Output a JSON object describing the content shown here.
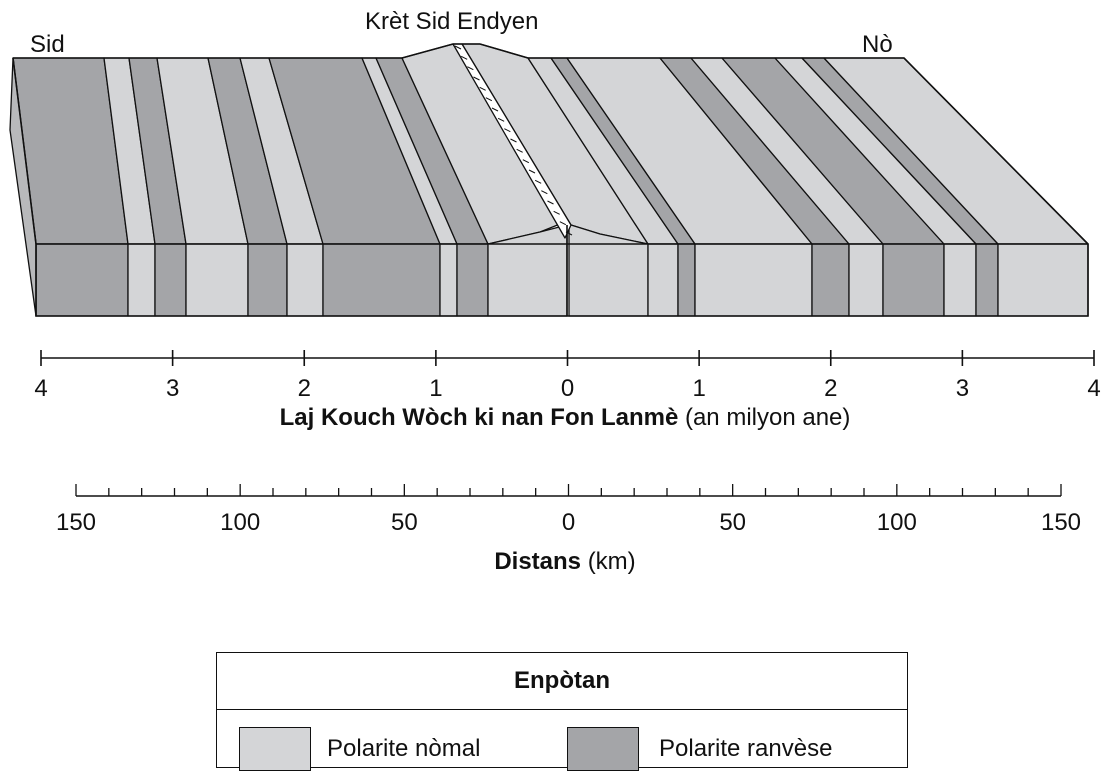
{
  "labels": {
    "ridge": "Krèt Sid Endyen",
    "left_dir": "Sid",
    "right_dir": "Nò"
  },
  "age_axis": {
    "title_bold": "Laj Kouch Wòch ki nan Fon Lanmè",
    "title_unit": "(an milyon ane)",
    "ticks": [
      "4",
      "3",
      "2",
      "1",
      "0",
      "1",
      "2",
      "3",
      "4"
    ]
  },
  "distance_axis": {
    "title_bold": "Distans",
    "title_unit": "(km)",
    "ticks": [
      "150",
      "100",
      "50",
      "0",
      "50",
      "100",
      "150"
    ]
  },
  "legend": {
    "title": "Enpòtan",
    "items": [
      {
        "label": "Polarite nòmal",
        "color": "#d4d5d7"
      },
      {
        "label": "Polarite ranvèse",
        "color": "#a4a5a8"
      }
    ]
  },
  "colors": {
    "normal": "#d4d5d7",
    "reversed": "#a4a5a8",
    "ridge_hatch": "#ffffff",
    "line": "#111111"
  }
}
